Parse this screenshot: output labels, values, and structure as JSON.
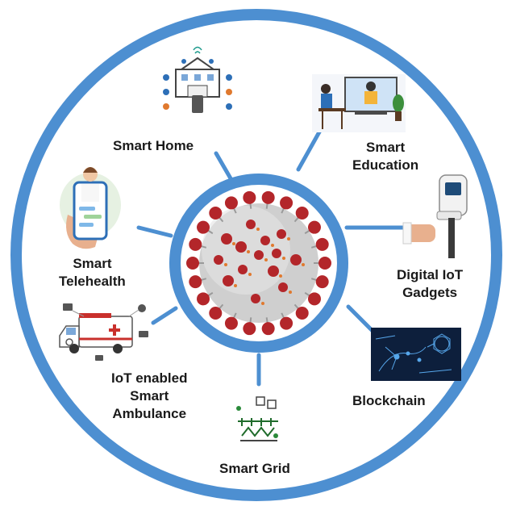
{
  "colors": {
    "ring": "#4d8fd1",
    "inner_ring": "#4d8fd1",
    "virus_body": "#c9c9c9",
    "virus_spike": "#b3262a",
    "virus_dot": "#e0792e"
  },
  "center": {
    "icon": "coronavirus-icon"
  },
  "nodes": [
    {
      "id": "smart-home",
      "icon": "smart-home-icon",
      "lines": [
        "Smart Home"
      ]
    },
    {
      "id": "smart-education",
      "icon": "online-education-icon",
      "lines": [
        "Smart",
        "Education"
      ]
    },
    {
      "id": "digital-iot-gadgets",
      "icon": "temperature-scanner-icon",
      "lines": [
        "Digital IoT",
        "Gadgets"
      ]
    },
    {
      "id": "blockchain",
      "icon": "robot-hand-network-icon",
      "lines": [
        "Blockchain"
      ]
    },
    {
      "id": "smart-grid",
      "icon": "power-grid-icon",
      "lines": [
        "Smart Grid"
      ]
    },
    {
      "id": "smart-ambulance",
      "icon": "ambulance-icon",
      "lines": [
        "IoT enabled",
        "Smart",
        "Ambulance"
      ]
    },
    {
      "id": "smart-telehealth",
      "icon": "telehealth-phone-icon",
      "lines": [
        "Smart",
        "Telehealth"
      ]
    }
  ]
}
